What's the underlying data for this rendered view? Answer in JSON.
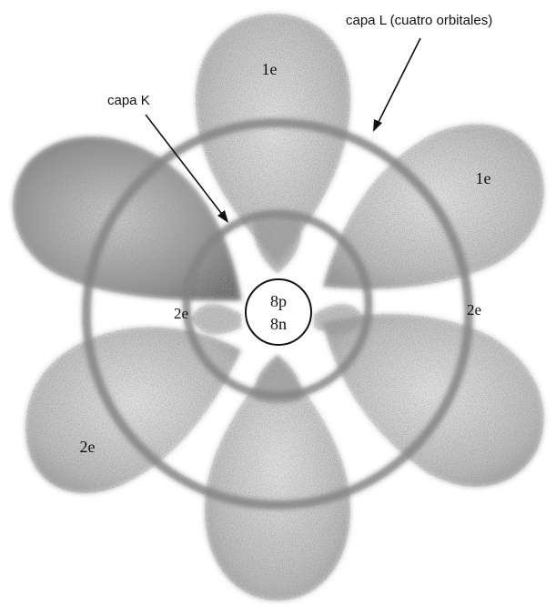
{
  "labels": {
    "capa_l": "capa L (cuatro orbitales)",
    "capa_k": "capa K",
    "nucleus_protons": "8p",
    "nucleus_neutrons": "8n",
    "orbital_top": "1e",
    "orbital_upper_right": "1e",
    "orbital_upper_left": "",
    "orbital_lower_left": "2e",
    "orbital_lower_right": "",
    "orbital_bottom": "",
    "shell_k_left": "2e",
    "shell_k_right": "2e"
  },
  "colors": {
    "lobe_fill": "#9a9a9a",
    "ring": "#7a7a7a",
    "line": "#111111",
    "background": "#ffffff"
  }
}
